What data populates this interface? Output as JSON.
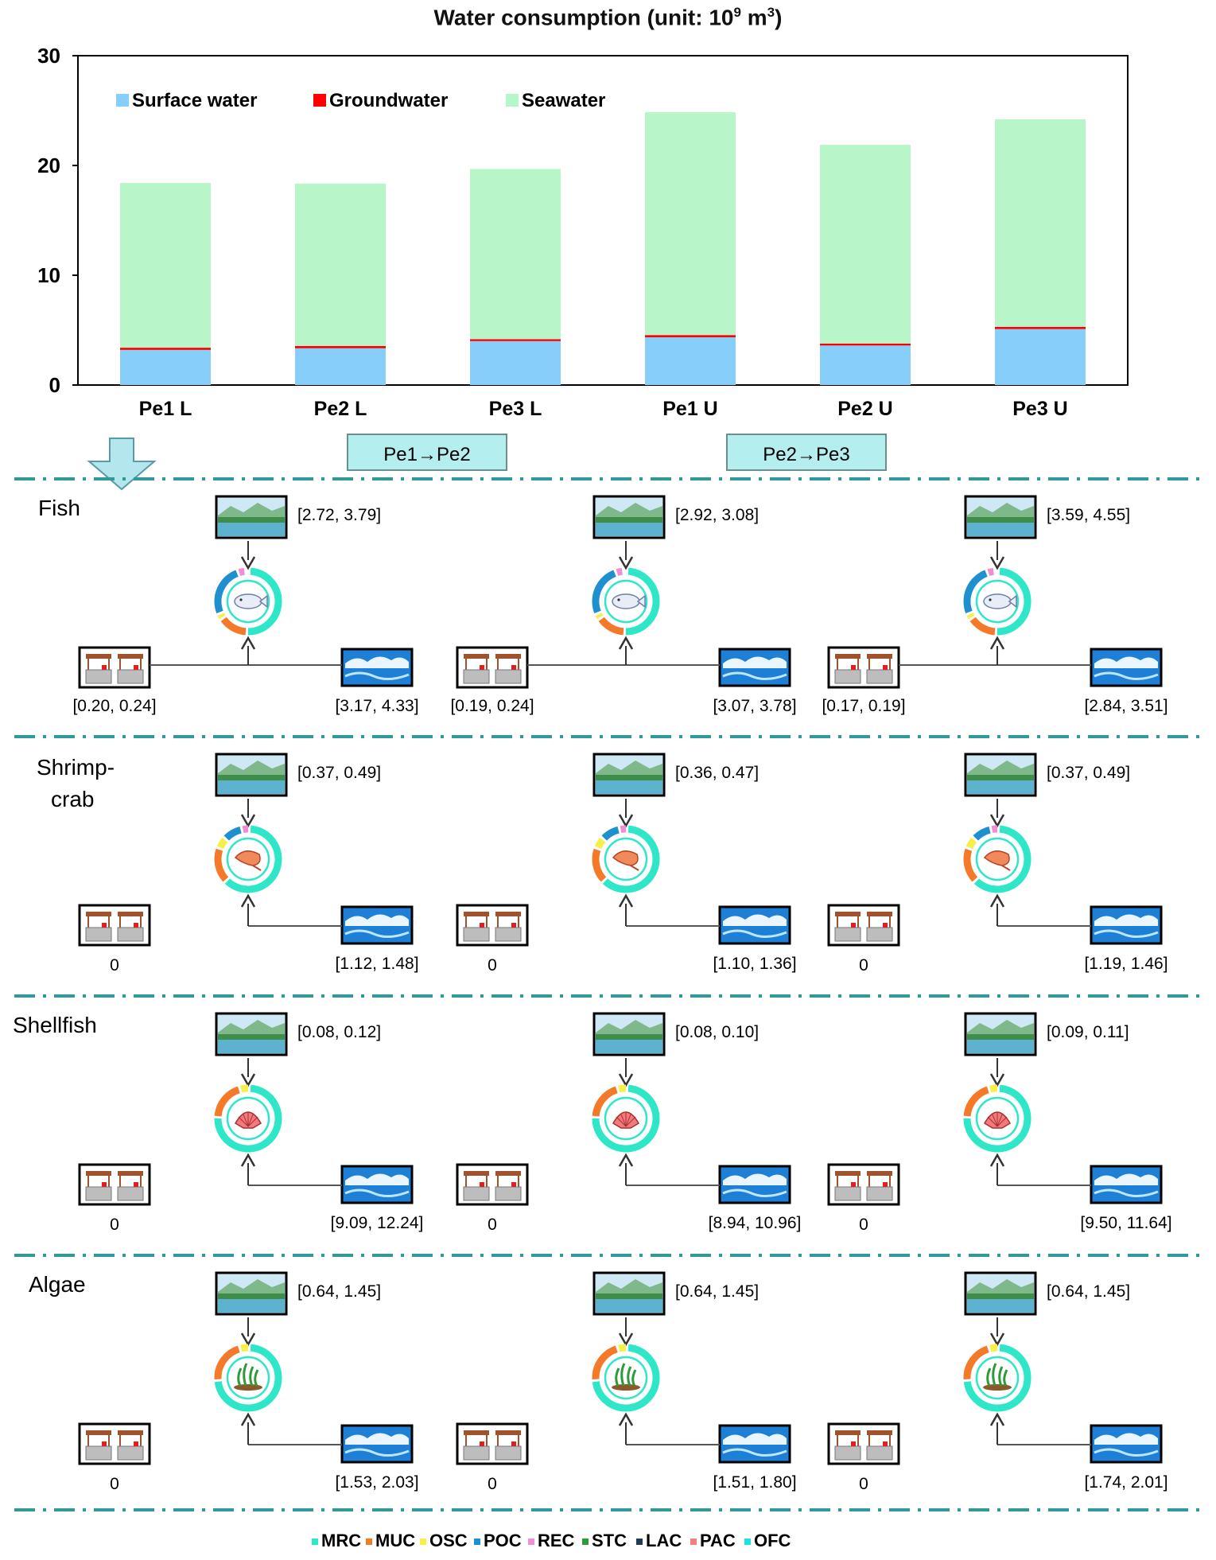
{
  "chart_data": {
    "type": "bar",
    "title": "Water consumption (unit: 10⁹ m³)",
    "title_parts": {
      "text": "Water consumption (unit: 10",
      "exp1": "9",
      "mid": " m",
      "exp2": "3",
      "end": ")"
    },
    "categories": [
      "Pe1 L",
      "Pe2 L",
      "Pe3 L",
      "Pe1 U",
      "Pe2 U",
      "Pe3 U"
    ],
    "series": [
      {
        "name": "Surface water",
        "values": [
          3.2,
          3.35,
          4.0,
          4.35,
          3.6,
          5.1
        ],
        "color": "#87CEFA"
      },
      {
        "name": "Groundwater",
        "values": [
          0.2,
          0.2,
          0.18,
          0.2,
          0.18,
          0.2
        ],
        "color": "#FF0000"
      },
      {
        "name": "Seawater",
        "values": [
          15.0,
          14.8,
          15.5,
          20.3,
          18.1,
          18.9
        ],
        "color": "#B8F5C8"
      }
    ],
    "stacked": true,
    "ylim": [
      0,
      30
    ],
    "yticks": [
      0,
      10,
      20,
      30
    ],
    "legend_position": "top-left",
    "grid": false
  },
  "transitions": [
    "Pe1→Pe2",
    "Pe2→Pe3"
  ],
  "species_panels": [
    {
      "name": "Fish",
      "cols": [
        {
          "surface": "[2.72, 3.79]",
          "ground": "[0.20, 0.24]",
          "sea": "[3.17, 4.33]"
        },
        {
          "surface": "[2.92, 3.08]",
          "ground": "[0.19, 0.24]",
          "sea": "[3.07, 3.78]"
        },
        {
          "surface": "[3.59, 4.55]",
          "ground": "[0.17, 0.19]",
          "sea": "[2.84, 3.51]"
        }
      ]
    },
    {
      "name": "Shrimp-crab",
      "cols": [
        {
          "surface": "[0.37, 0.49]",
          "ground": "0",
          "sea": "[1.12, 1.48]"
        },
        {
          "surface": "[0.36, 0.47]",
          "ground": "0",
          "sea": "[1.10, 1.36]"
        },
        {
          "surface": "[0.37, 0.49]",
          "ground": "0",
          "sea": "[1.19, 1.46]"
        }
      ]
    },
    {
      "name": "Shellfish",
      "cols": [
        {
          "surface": "[0.08, 0.12]",
          "ground": "0",
          "sea": "[9.09, 12.24]"
        },
        {
          "surface": "[0.08, 0.10]",
          "ground": "0",
          "sea": "[8.94, 10.96]"
        },
        {
          "surface": "[0.09, 0.11]",
          "ground": "0",
          "sea": "[9.50, 11.64]"
        }
      ]
    },
    {
      "name": "Algae",
      "cols": [
        {
          "surface": "[0.64, 1.45]",
          "ground": "0",
          "sea": "[1.53, 2.03]"
        },
        {
          "surface": "[0.64, 1.45]",
          "ground": "0",
          "sea": "[1.51, 1.80]"
        },
        {
          "surface": "[0.64, 1.45]",
          "ground": "0",
          "sea": "[1.74, 2.01]"
        }
      ]
    }
  ],
  "bottom_legend": [
    {
      "label": "MRC",
      "color": "#2EE6C8"
    },
    {
      "label": "MUC",
      "color": "#F47A2A"
    },
    {
      "label": "OSC",
      "color": "#F8F04A"
    },
    {
      "label": "POC",
      "color": "#1E90D0"
    },
    {
      "label": "REC",
      "color": "#F08CD8"
    },
    {
      "label": "STC",
      "color": "#2E9A3A"
    },
    {
      "label": "LAC",
      "color": "#1F3A5A"
    },
    {
      "label": "PAC",
      "color": "#F08080"
    },
    {
      "label": "OFC",
      "color": "#20E0E0"
    }
  ],
  "ring_segments": {
    "Fish": [
      {
        "label": "MRC",
        "fraction": 0.5
      },
      {
        "label": "MUC",
        "fraction": 0.15
      },
      {
        "label": "OSC",
        "fraction": 0.03
      },
      {
        "label": "POC",
        "fraction": 0.26
      },
      {
        "label": "REC",
        "fraction": 0.04
      }
    ],
    "Shrimp-crab": [
      {
        "label": "MRC",
        "fraction": 0.62
      },
      {
        "label": "MUC",
        "fraction": 0.18
      },
      {
        "label": "OSC",
        "fraction": 0.06
      },
      {
        "label": "POC",
        "fraction": 0.1
      },
      {
        "label": "REC",
        "fraction": 0.04
      }
    ],
    "Shellfish": [
      {
        "label": "MRC",
        "fraction": 0.75
      },
      {
        "label": "MUC",
        "fraction": 0.2
      },
      {
        "label": "OSC",
        "fraction": 0.05
      }
    ],
    "Algae": [
      {
        "label": "MRC",
        "fraction": 0.73
      },
      {
        "label": "MUC",
        "fraction": 0.22
      },
      {
        "label": "OSC",
        "fraction": 0.05
      }
    ]
  }
}
